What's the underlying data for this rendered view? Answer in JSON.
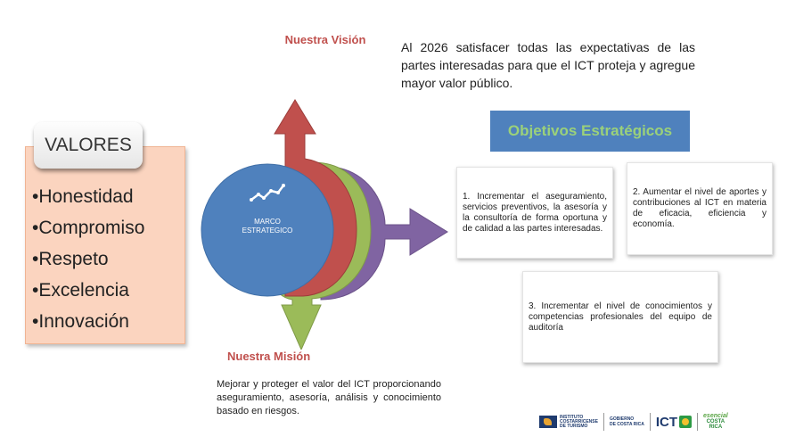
{
  "vision": {
    "title": "Nuestra Visión",
    "text": "Al 2026 satisfacer todas las expectativas de las partes interesadas para que el ICT proteja y agregue mayor valor público."
  },
  "valores": {
    "title": "VALORES",
    "items": [
      "Honestidad",
      "Compromiso",
      "Respeto",
      "Excelencia",
      "Innovación"
    ]
  },
  "marco": {
    "label_line1": "MARCO",
    "label_line2": "ESTRATEGICO",
    "icon": "trend-line-icon"
  },
  "mision": {
    "title": "Nuestra Misión",
    "text": "Mejorar y proteger el valor del ICT proporcionando aseguramiento, asesoría, análisis y conocimiento basado en riesgos."
  },
  "objetivos": {
    "title": "Objetivos Estratégicos",
    "items": [
      "1. Incrementar el aseguramiento, servicios preventivos, la asesoría y la consultoría de forma oportuna y de calidad a las partes interesadas.",
      "2. Aumentar el nivel de aportes y contribuciones al ICT en materia de eficacia, eficiencia y economía.",
      "3. Incrementar el nivel de conocimientos y competencias profesionales del equipo de auditoría"
    ]
  },
  "logos": {
    "ict_line1": "INSTITUTO",
    "ict_line2": "COSTARRICENSE",
    "ict_line3": "DE TURISMO",
    "gob_line1": "GOBIERNO",
    "gob_line2": "DE COSTA RICA",
    "ict_short": "ICT",
    "cr_tag": "esencial",
    "cr_line1": "COSTA",
    "cr_line2": "RICA"
  },
  "colors": {
    "red_arrow": "#c0504d",
    "green_arrow": "#9bbb59",
    "purple_arrow": "#8064a2",
    "blue_circle": "#4f81bd",
    "valores_bg": "#fbd4bf",
    "objetivos_header": "#4f81bd"
  }
}
